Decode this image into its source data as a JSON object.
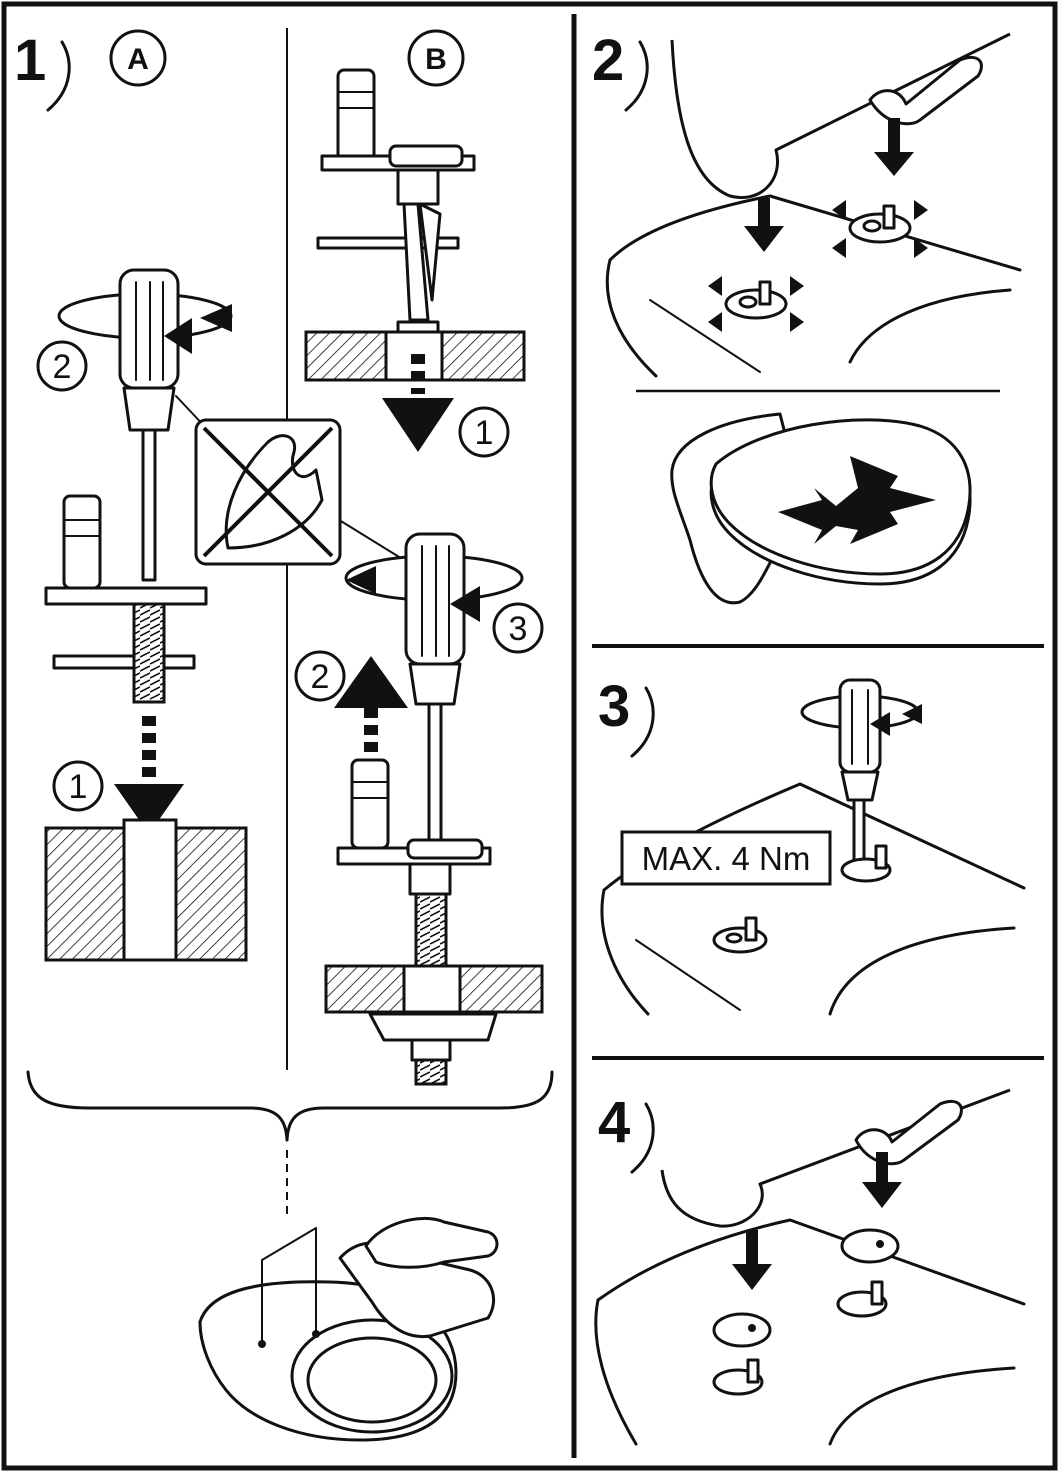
{
  "steps": {
    "s1": {
      "number": "1"
    },
    "s2": {
      "number": "2"
    },
    "s3": {
      "number": "3"
    },
    "s4": {
      "number": "4"
    }
  },
  "variants": {
    "a": "A",
    "b": "B"
  },
  "markers": {
    "a_one": "1",
    "a_two": "2",
    "b_one": "1",
    "b_two": "2",
    "b_three": "3"
  },
  "torque_label": "MAX. 4 Nm",
  "colors": {
    "ink": "#111111",
    "paper": "#ffffff"
  },
  "icons": {
    "no_force": "no-force-icon",
    "arrow_down": "arrow-down-icon",
    "arrow_up": "arrow-up-icon",
    "rotate": "rotate-icon",
    "adjust": "four-way-arrow-icon"
  }
}
